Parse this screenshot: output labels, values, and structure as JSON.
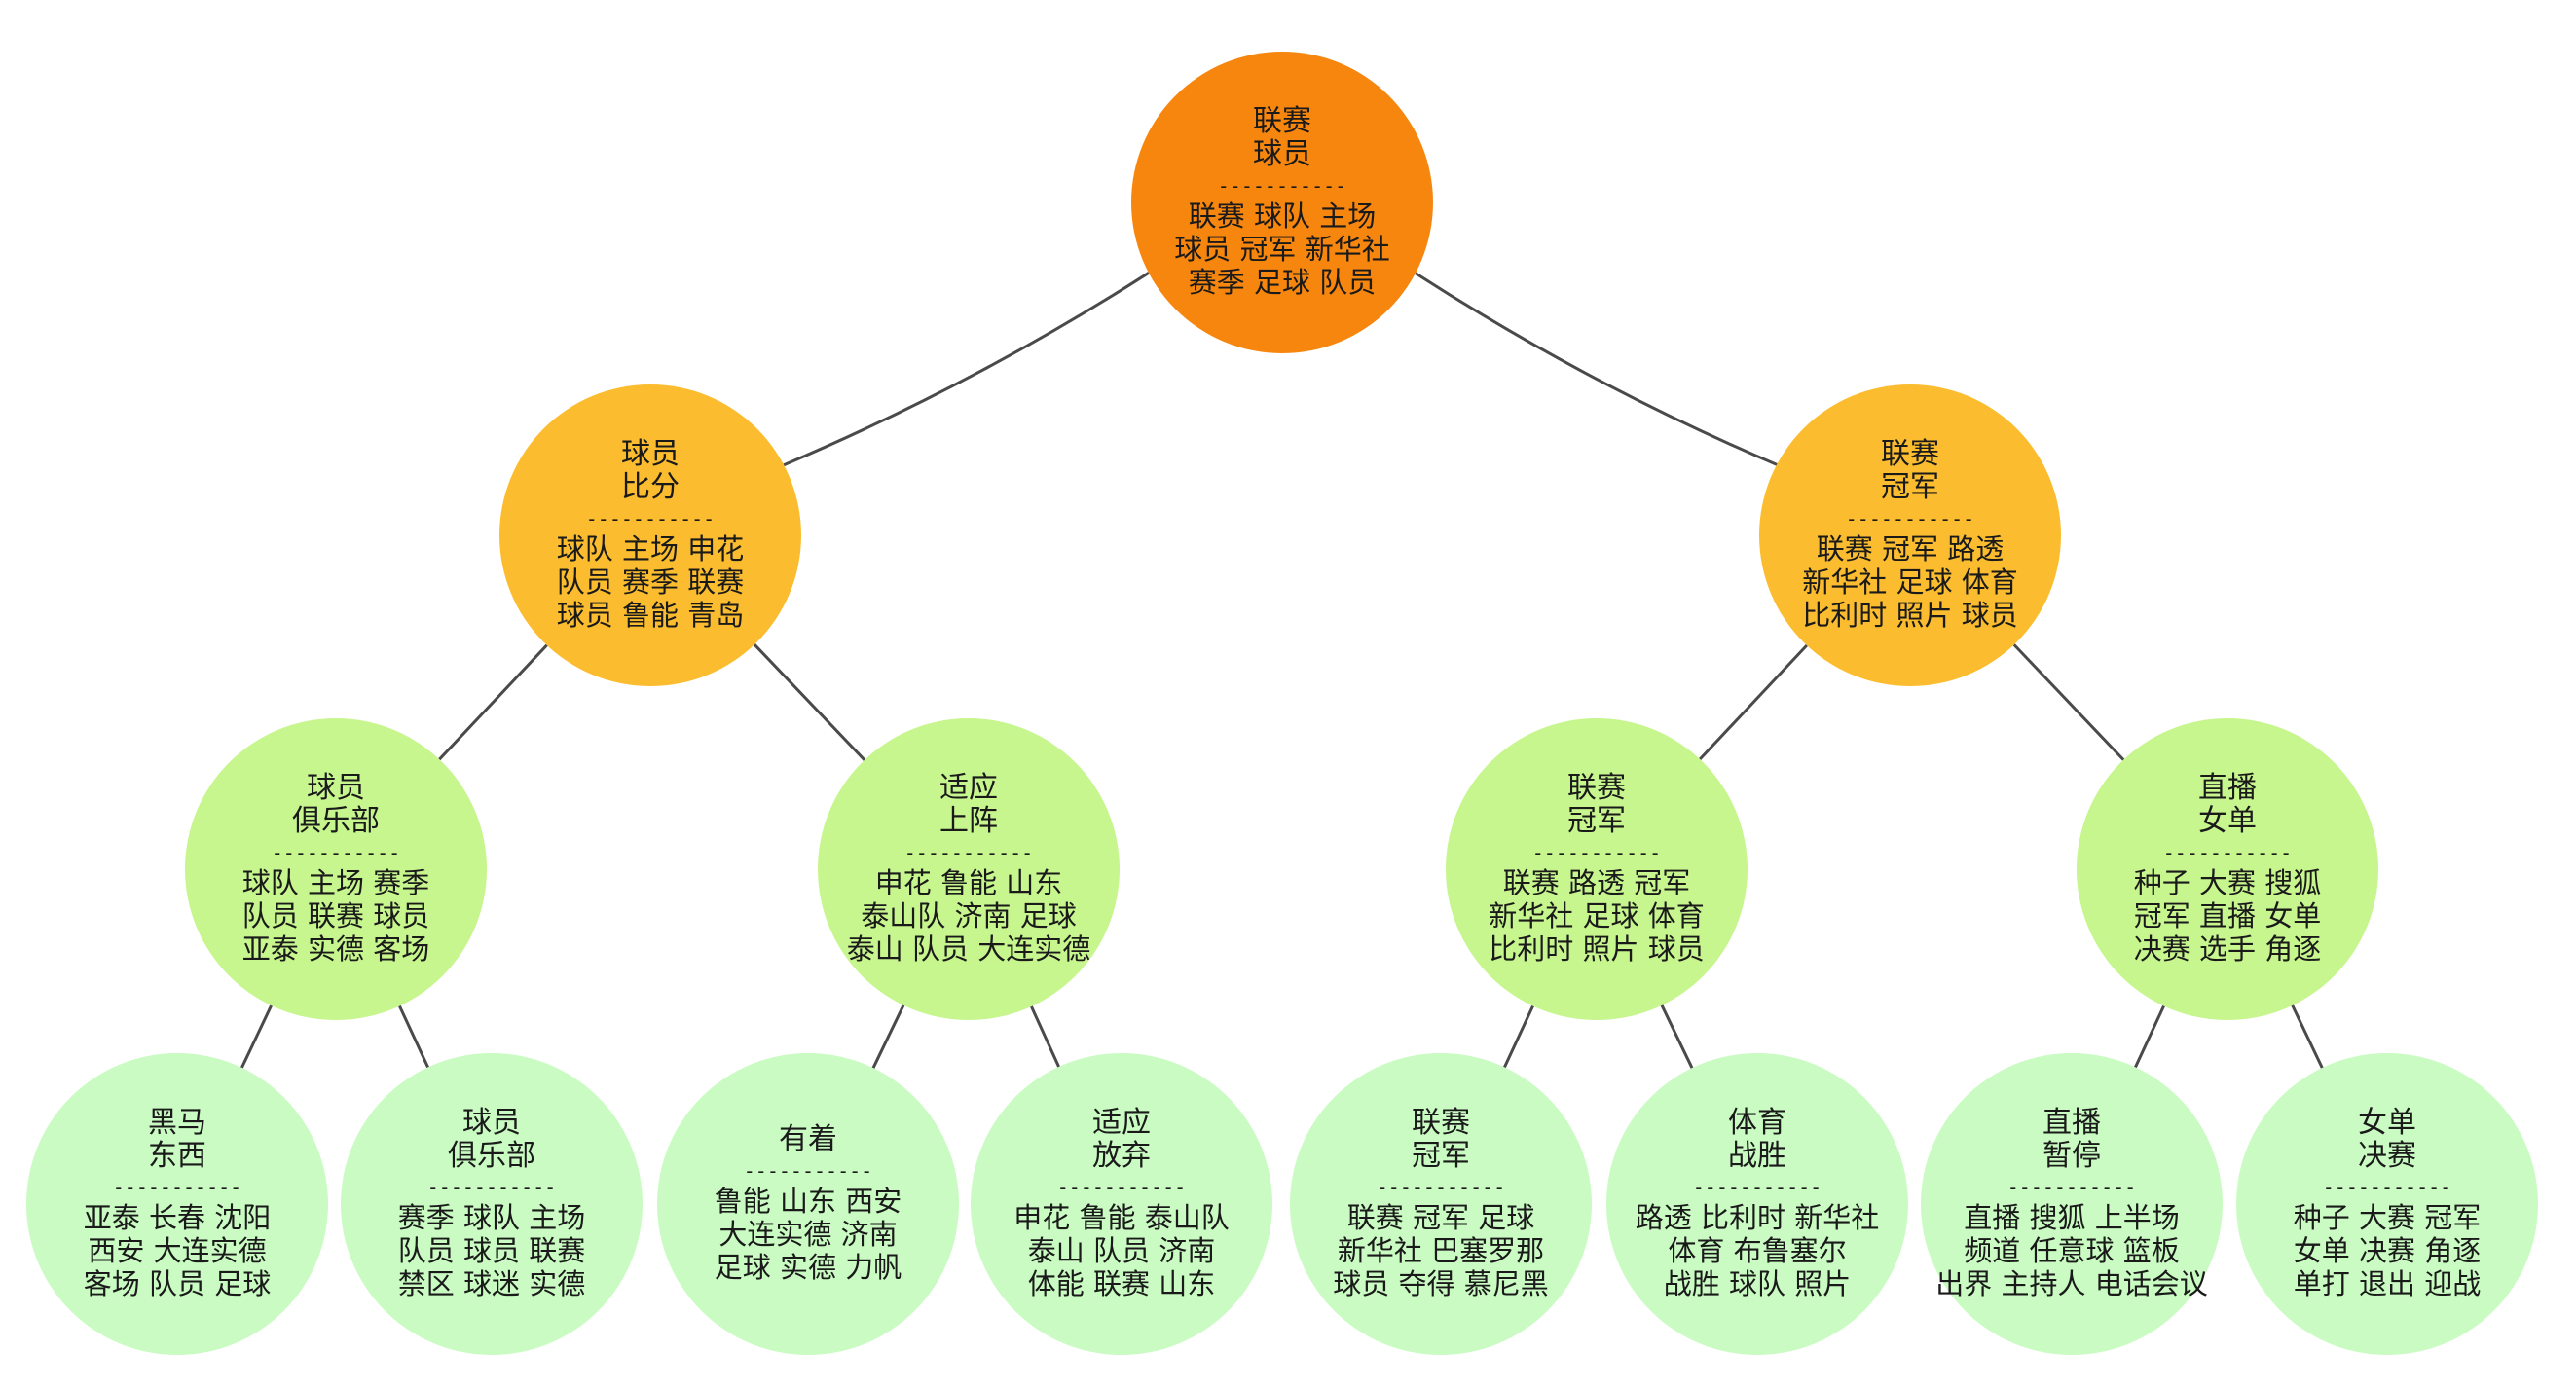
{
  "colors": {
    "root": "#f7860f",
    "level1": "#fbbd2f",
    "level2": "#c7f58e",
    "leaf": "#c9fbc2",
    "edge": "#4a4a4a",
    "text": "#1a1a1a"
  },
  "separator": "-----------",
  "nodes": [
    {
      "id": "root",
      "level": 0,
      "parent": null,
      "title": [
        "联赛",
        "球员"
      ],
      "words": [
        "联赛 球队 主场",
        "球员 冠军 新华社",
        "赛季 足球 队员"
      ]
    },
    {
      "id": "l1-left",
      "level": 1,
      "parent": "root",
      "title": [
        "球员",
        "比分"
      ],
      "words": [
        "球队 主场 申花",
        "队员 赛季 联赛",
        "球员 鲁能 青岛"
      ]
    },
    {
      "id": "l1-right",
      "level": 1,
      "parent": "root",
      "title": [
        "联赛",
        "冠军"
      ],
      "words": [
        "联赛 冠军 路透",
        "新华社 足球 体育",
        "比利时 照片 球员"
      ]
    },
    {
      "id": "l2-a",
      "level": 2,
      "parent": "l1-left",
      "title": [
        "球员",
        "俱乐部"
      ],
      "words": [
        "球队 主场 赛季",
        "队员 联赛 球员",
        "亚泰 实德 客场"
      ]
    },
    {
      "id": "l2-b",
      "level": 2,
      "parent": "l1-left",
      "title": [
        "适应",
        "上阵"
      ],
      "words": [
        "申花 鲁能 山东",
        "泰山队 济南 足球",
        "泰山 队员 大连实德"
      ]
    },
    {
      "id": "l2-c",
      "level": 2,
      "parent": "l1-right",
      "title": [
        "联赛",
        "冠军"
      ],
      "words": [
        "联赛 路透 冠军",
        "新华社 足球 体育",
        "比利时 照片 球员"
      ]
    },
    {
      "id": "l2-d",
      "level": 2,
      "parent": "l1-right",
      "title": [
        "直播",
        "女单"
      ],
      "words": [
        "种子 大赛 搜狐",
        "冠军 直播 女单",
        "决赛 选手 角逐"
      ]
    },
    {
      "id": "l3-1",
      "level": 3,
      "parent": "l2-a",
      "title": [
        "黑马",
        "东西"
      ],
      "words": [
        "亚泰 长春 沈阳",
        "西安 大连实德",
        "客场 队员 足球"
      ]
    },
    {
      "id": "l3-2",
      "level": 3,
      "parent": "l2-a",
      "title": [
        "球员",
        "俱乐部"
      ],
      "words": [
        "赛季 球队 主场",
        "队员 球员 联赛",
        "禁区 球迷 实德"
      ]
    },
    {
      "id": "l3-3",
      "level": 3,
      "parent": "l2-b",
      "title": [
        "有着"
      ],
      "words": [
        "鲁能 山东 西安",
        "大连实德 济南",
        "足球 实德 力帆"
      ]
    },
    {
      "id": "l3-4",
      "level": 3,
      "parent": "l2-b",
      "title": [
        "适应",
        "放弃"
      ],
      "words": [
        "申花 鲁能 泰山队",
        "泰山 队员 济南",
        "体能 联赛 山东"
      ]
    },
    {
      "id": "l3-5",
      "level": 3,
      "parent": "l2-c",
      "title": [
        "联赛",
        "冠军"
      ],
      "words": [
        "联赛 冠军 足球",
        "新华社 巴塞罗那",
        "球员 夺得 慕尼黑"
      ]
    },
    {
      "id": "l3-6",
      "level": 3,
      "parent": "l2-c",
      "title": [
        "体育",
        "战胜"
      ],
      "words": [
        "路透 比利时 新华社",
        "体育 布鲁塞尔",
        "战胜 球队 照片"
      ]
    },
    {
      "id": "l3-7",
      "level": 3,
      "parent": "l2-d",
      "title": [
        "直播",
        "暂停"
      ],
      "words": [
        "直播 搜狐 上半场",
        "频道 任意球 篮板",
        "出界 主持人 电话会议"
      ]
    },
    {
      "id": "l3-8",
      "level": 3,
      "parent": "l2-d",
      "title": [
        "女单",
        "决赛"
      ],
      "words": [
        "种子 大赛 冠军",
        "女单 决赛 角逐",
        "单打 退出 迎战"
      ]
    }
  ]
}
